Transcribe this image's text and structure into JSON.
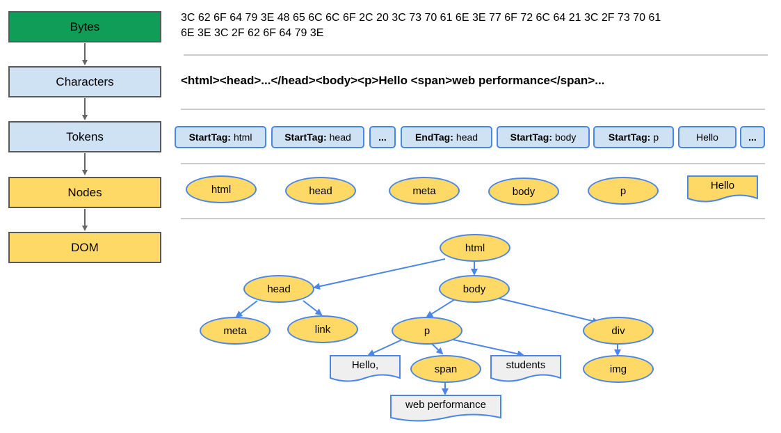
{
  "stages": [
    "Bytes",
    "Characters",
    "Tokens",
    "Nodes",
    "DOM"
  ],
  "bytes": {
    "line1": "3C 62 6F 64 79 3E 48 65 6C 6C 6F 2C 20 3C 73 70 61 6E 3E 77 6F 72 6C 64 21 3C 2F 73 70 61",
    "line2": "6E 3E 3C 2F 62 6F 64 79 3E"
  },
  "characters": "<html><head>...</head><body><p>Hello <span>web performance</span>...",
  "tokens": [
    {
      "kind": "StartTag:",
      "name": "html"
    },
    {
      "kind": "StartTag:",
      "name": "head"
    },
    {
      "kind": "",
      "name": "..."
    },
    {
      "kind": "EndTag:",
      "name": "head"
    },
    {
      "kind": "StartTag:",
      "name": "body"
    },
    {
      "kind": "StartTag:",
      "name": "p"
    },
    {
      "kind": "",
      "name": "Hello"
    },
    {
      "kind": "",
      "name": "..."
    }
  ],
  "nodes": [
    "html",
    "head",
    "meta",
    "body",
    "p",
    "Hello"
  ],
  "dom_tree": {
    "html": "html",
    "head": "head",
    "body": "body",
    "meta": "meta",
    "link": "link",
    "p": "p",
    "div": "div",
    "hello": "Hello,",
    "span": "span",
    "students": "students",
    "img": "img",
    "web_performance": "web performance"
  },
  "colors": {
    "bytes": "#0f9d58",
    "characters": "#cfe2f3",
    "tokens": "#cfe2f3",
    "nodes": "#ffd966",
    "dom": "#ffd966",
    "node_border": "#4a86e8",
    "edge": "#4a86e8",
    "text_node_fill": "#efefef"
  }
}
